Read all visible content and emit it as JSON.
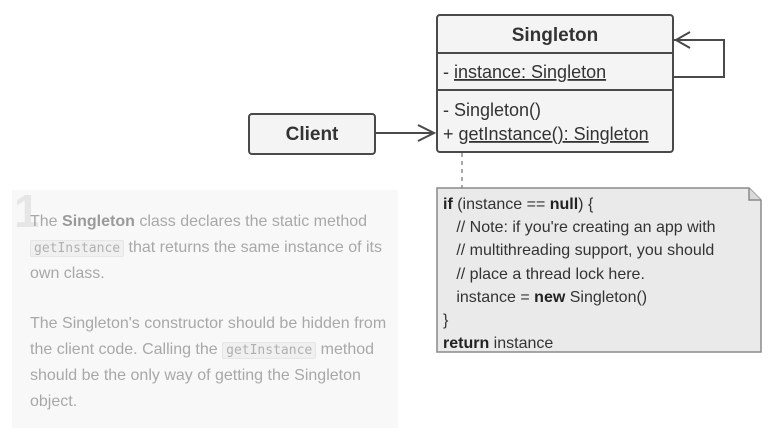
{
  "diagram": {
    "singleton": {
      "title": "Singleton",
      "field": "instance: Singleton",
      "field_prefix": "- ",
      "method1": "- Singleton()",
      "method2_prefix": "+ ",
      "method2": "getInstance(): Singleton"
    },
    "client": {
      "title": "Client"
    },
    "code": {
      "line1_kw": "if",
      "line1_a": " (instance == ",
      "line1_null": "null",
      "line1_b": ") {",
      "line2": "   // Note: if you're creating an app with",
      "line3": "   // multithreading support, you should",
      "line4": "   // place a thread lock here.",
      "line5_a": "   instance = ",
      "line5_kw": "new",
      "line5_b": " Singleton()",
      "line6": "}",
      "line7_kw": "return",
      "line7_b": " instance"
    }
  },
  "notes": {
    "number": "1",
    "p1_a": "The ",
    "p1_b": "Singleton",
    "p1_c": " class declares the static method ",
    "p1_code": "getInstance",
    "p1_d": " that returns the same instance of its own class.",
    "p2_a": "The Singleton's constructor should be hidden from the client code. Calling the ",
    "p2_code": "getInstance",
    "p2_b": " method should be the only way of getting the Singleton object."
  },
  "colors": {
    "border": "#4a4a4a",
    "box_fill": "#f4f4f4",
    "note_fill": "#eaeaea",
    "muted_text": "#a8a8a8"
  }
}
